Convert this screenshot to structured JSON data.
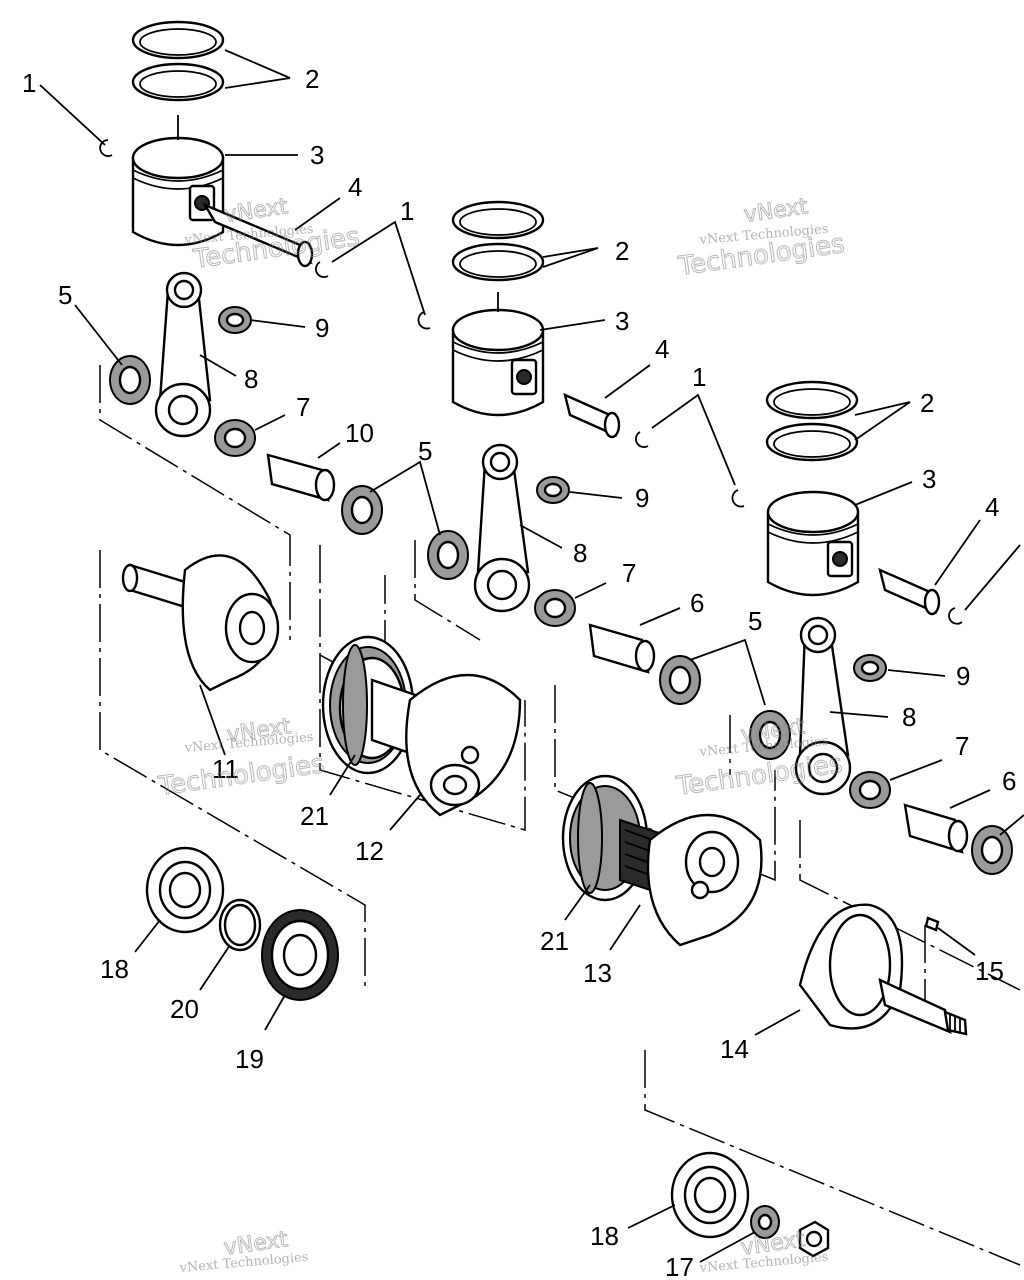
{
  "callouts": {
    "c1a": "1",
    "c2a": "2",
    "c3a": "3",
    "c4a": "4",
    "c5a": "5",
    "c8a": "8",
    "c9a": "9",
    "c7a": "7",
    "c10": "10",
    "c1b": "1",
    "c2b": "2",
    "c3b": "3",
    "c4b": "4",
    "c5b": "5",
    "c9b": "9",
    "c8b": "8",
    "c7b": "7",
    "c6b": "6",
    "c1c": "1",
    "c2c": "2",
    "c3c": "3",
    "c4c": "4",
    "c5c": "5",
    "c9c": "9",
    "c8c": "8",
    "c7c": "7",
    "c6c": "6",
    "c11": "11",
    "c21a": "21",
    "c12": "12",
    "c21b": "21",
    "c13": "13",
    "c15": "15",
    "c14": "14",
    "c18a": "18",
    "c20": "20",
    "c19": "19",
    "c18b": "18",
    "c17": "17"
  },
  "watermark": {
    "line1": "vNext",
    "line2": "vNext Technologies",
    "line3": "Technologies"
  },
  "colors": {
    "line": "#000000",
    "background": "#ffffff",
    "watermark": "#8a8a8a"
  }
}
